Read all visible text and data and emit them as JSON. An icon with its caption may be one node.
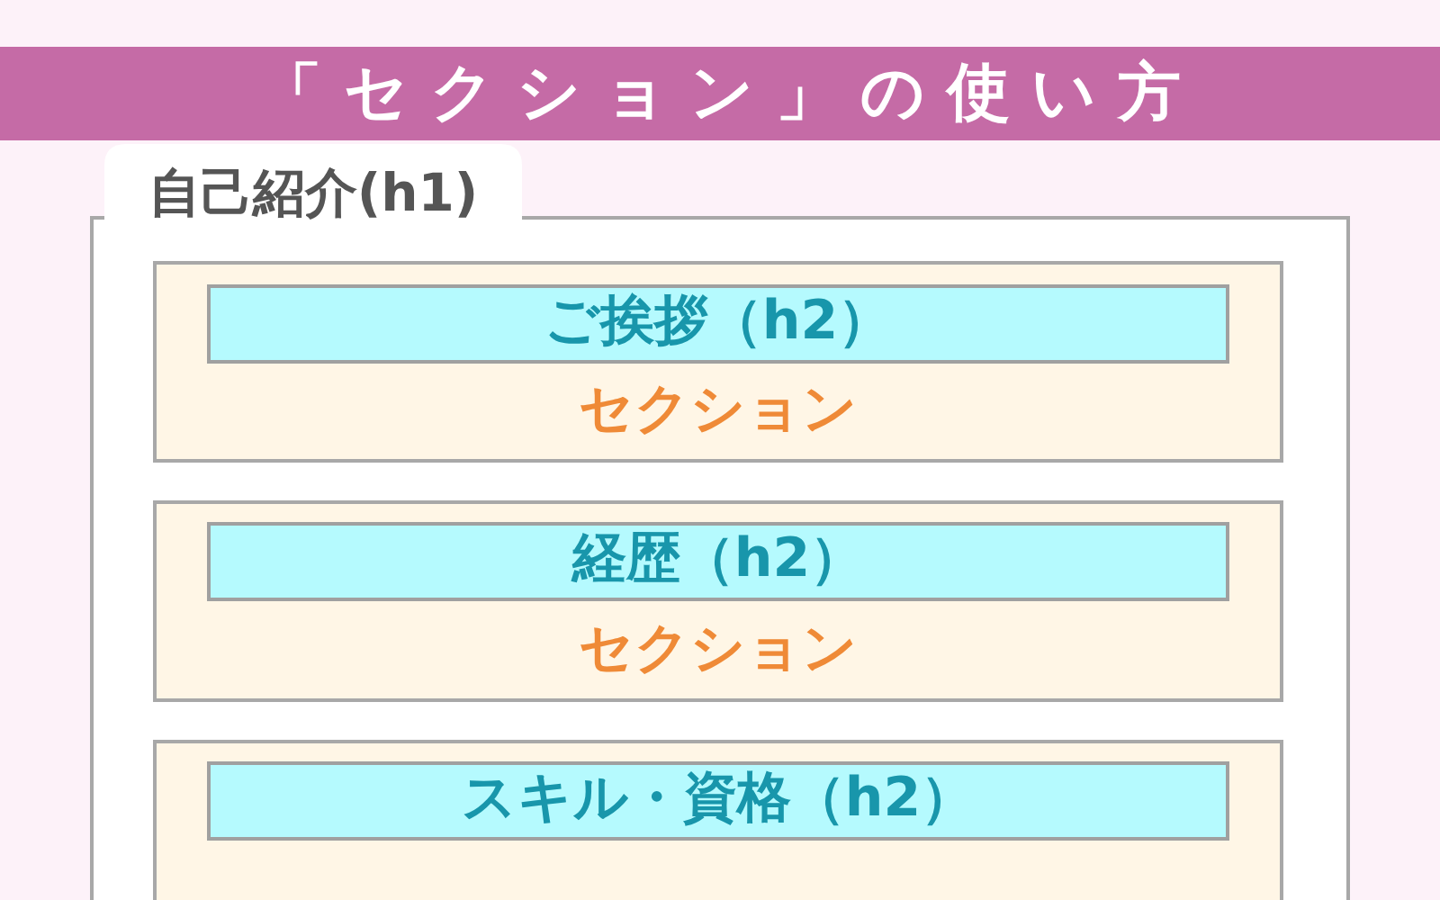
{
  "diagram": {
    "title": "「セクション」の使い方",
    "nodes": [
      {
        "text": [
          "自己紹介(h1)"
        ]
      },
      {
        "text": [
          "セクション"
        ],
        "in": 0
      },
      {
        "text": [
          "ご挨拶（h2）"
        ],
        "in": 1
      },
      {
        "text": [
          "セクション"
        ],
        "in": 0
      },
      {
        "text": [
          "経歴（h2）"
        ],
        "in": 3
      },
      {
        "text": [],
        "shape": "box",
        "in": 0
      },
      {
        "text": [
          "スキル・資格（h2）"
        ],
        "in": 5
      }
    ]
  }
}
